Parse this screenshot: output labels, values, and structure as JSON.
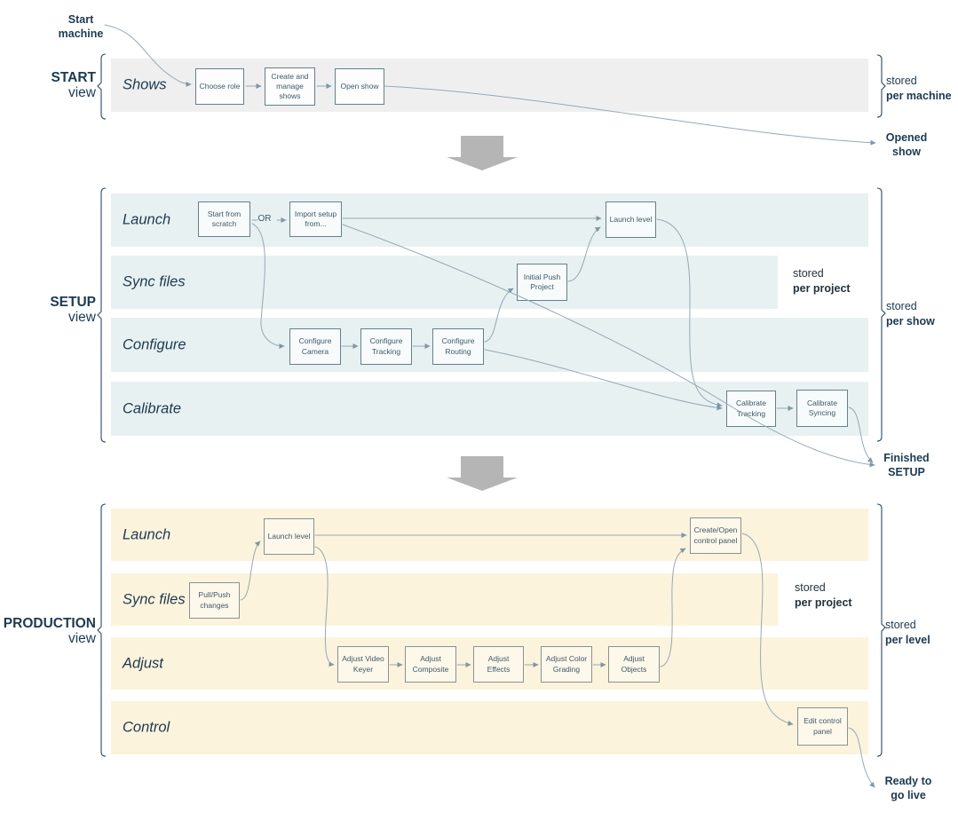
{
  "diagram": {
    "annotations": {
      "start_machine": [
        "Start",
        "machine"
      ],
      "opened_show": [
        "Opened",
        "show"
      ],
      "finished_setup": [
        "Finished",
        "SETUP"
      ],
      "ready_to_go_live": [
        "Ready to",
        "go live"
      ],
      "or_label": "OR"
    },
    "views": [
      {
        "name": "START",
        "suffix": "view",
        "stored_outer": {
          "prefix": "stored",
          "scope": "per machine"
        },
        "lanes": [
          {
            "label": "Shows"
          }
        ]
      },
      {
        "name": "SETUP",
        "suffix": "view",
        "stored_outer": {
          "prefix": "stored",
          "scope": "per show"
        },
        "stored_inner": {
          "prefix": "stored",
          "scope": "per project"
        },
        "lanes": [
          {
            "label": "Launch"
          },
          {
            "label": "Sync files"
          },
          {
            "label": "Configure"
          },
          {
            "label": "Calibrate"
          }
        ]
      },
      {
        "name": "PRODUCTION",
        "suffix": "view",
        "stored_outer": {
          "prefix": "stored",
          "scope": "per level"
        },
        "stored_inner": {
          "prefix": "stored",
          "scope": "per project"
        },
        "lanes": [
          {
            "label": "Launch"
          },
          {
            "label": "Sync files"
          },
          {
            "label": "Adjust"
          },
          {
            "label": "Control"
          }
        ]
      }
    ],
    "nodes": {
      "choose_role": "Choose role",
      "create_manage_shows": "Create and manage shows",
      "open_show": "Open show",
      "start_from_scratch": "Start from scratch",
      "import_setup": "Import setup from...",
      "launch_level_setup": "Launch level",
      "initial_push_project": "Initial Push Project",
      "configure_camera": "Configure Camera",
      "configure_tracking": "Configure Tracking",
      "configure_routing": "Configure Routing",
      "calibrate_tracking": "Calibrate Tracking",
      "calibrate_syncing": "Calibrate Syncing",
      "launch_level_production": "Launch level",
      "pull_push_changes": "Pull/Push changes",
      "adjust_video_keyer": "Adjust Video Keyer",
      "adjust_composite": "Adjust Composite",
      "adjust_effects": "Adjust Effects",
      "adjust_color_grading": "Adjust Color Grading",
      "adjust_objects": "Adjust Objects",
      "create_open_control_panel": "Create/Open control panel",
      "edit_control_panel": "Edit control panel"
    },
    "colors": {
      "start_band": "#efefef",
      "setup_band": "#e7f1f1",
      "production_band": "#fcf3dc",
      "text_dark": "#1c3a51",
      "box_border": "#64808e",
      "connector": "#95a9b5",
      "arrow_gray": "#b5b5b5"
    }
  }
}
